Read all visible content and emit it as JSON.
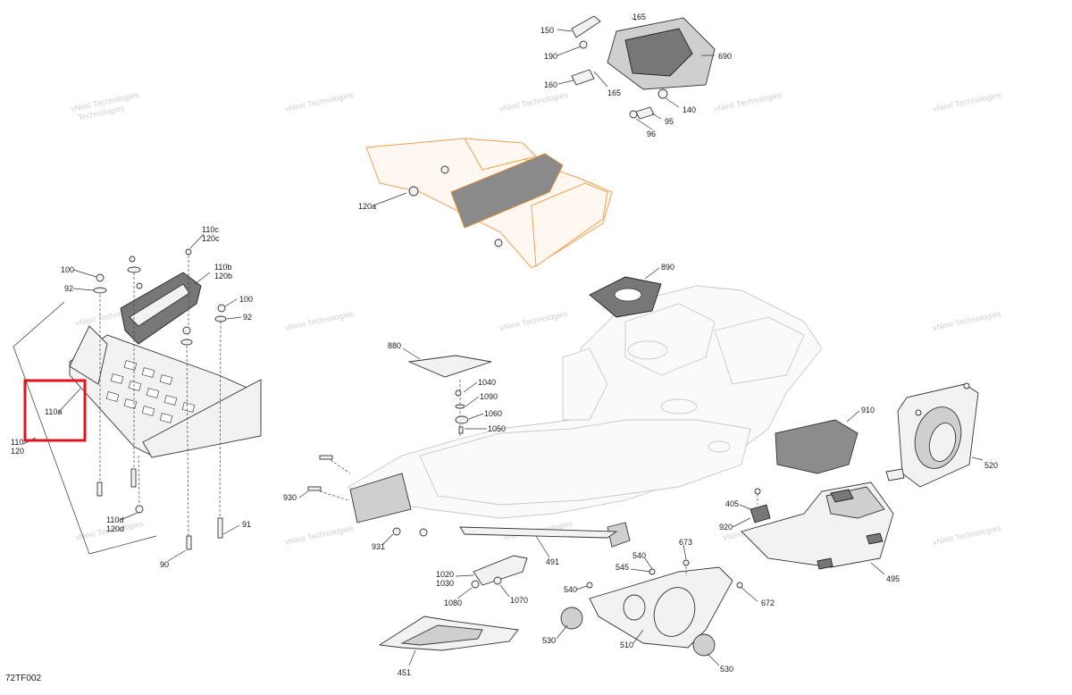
{
  "diagram": {
    "page_code": "72TF002",
    "watermark_text": "vNext Technologies",
    "highlight_color": "#e0141e",
    "accent_color": "#f0a050",
    "labels": {
      "p165a": "165",
      "p150": "150",
      "p190": "190",
      "p690": "690",
      "p160": "160",
      "p165b": "165",
      "p140": "140",
      "p95": "95",
      "p96": "96",
      "p120a": "120a",
      "p110c": "110c",
      "p120c": "120c",
      "p100a": "100",
      "p92a": "92",
      "p110b": "110b",
      "p120b": "120b",
      "p100b": "100",
      "p92b": "92",
      "p110a": "110a",
      "p110": "110",
      "p120": "120",
      "p110d": "110d",
      "p120d": "120d",
      "p91": "91",
      "p90": "90",
      "p890": "890",
      "p880": "880",
      "p1040": "1040",
      "p1090": "1090",
      "p1060": "1060",
      "p1050": "1050",
      "p910": "910",
      "p520": "520",
      "p930": "930",
      "p931": "931",
      "p491": "491",
      "p405": "405",
      "p920": "920",
      "p495": "495",
      "p673": "673",
      "p540a": "540",
      "p545": "545",
      "p540b": "540",
      "p672": "672",
      "p1020": "1020",
      "p1030": "1030",
      "p1070": "1070",
      "p1080": "1080",
      "p530a": "530",
      "p510": "510",
      "p530b": "530",
      "p451": "451"
    }
  }
}
